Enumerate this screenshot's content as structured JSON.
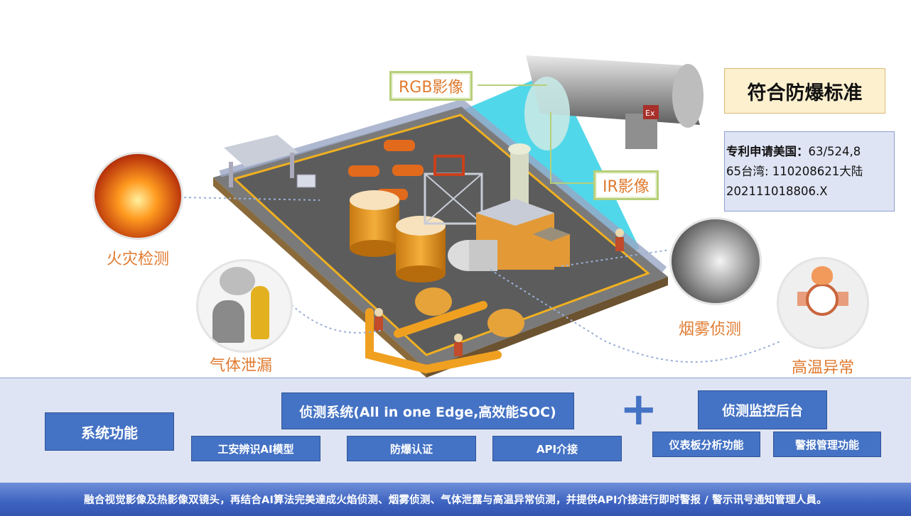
{
  "scene": {
    "labels": {
      "fire": "火灾检测",
      "gas": "气体泄漏",
      "smoke": "烟雾侦测",
      "high_temp": "高温异常",
      "rgb": "RGB影像",
      "ir": "IR影像",
      "ex_badge": "Ex"
    },
    "standard": "符合防爆标准",
    "patent": {
      "title": "专利申请美国：",
      "text1": "63/524,8",
      "text2": "65台湾: 110208621大陆",
      "text3": "202111018806.X"
    }
  },
  "panel": {
    "system_function": "系统功能",
    "detection_system": "侦测系统(All in one Edge,高效能SOC)",
    "plus": "+",
    "monitoring_backend": "侦测监控后台",
    "features": [
      "工安辨识AI模型",
      "防爆认证",
      "API介接"
    ],
    "backend_features": [
      "仪表板分析功能",
      "警报管理功能"
    ]
  },
  "footer": {
    "text": "融合视觉影像及热影像双镜头，再结合AI算法完美達成火焰侦测、烟雾侦测、气体泄露与高温异常侦测，并提供API介接进行即时警报 / 警示讯号通知管理人員。"
  },
  "colors": {
    "accent_blue": "#4472c4",
    "panel_bg": "#dfe4f4",
    "label_orange": "#e07b30",
    "beam_cyan": "#33d0e6"
  }
}
